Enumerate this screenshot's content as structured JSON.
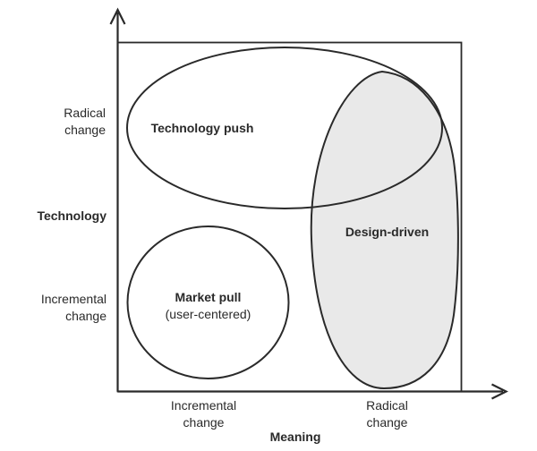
{
  "diagram": {
    "type": "innovation-strategy-map",
    "axes": {
      "y": {
        "label": "Technology",
        "tick_top": {
          "line1": "Radical",
          "line2": "change"
        },
        "tick_bottom": {
          "line1": "Incremental",
          "line2": "change"
        }
      },
      "x": {
        "label": "Meaning",
        "tick_left": {
          "line1": "Incremental",
          "line2": "change"
        },
        "tick_right": {
          "line1": "Radical",
          "line2": "change"
        }
      }
    },
    "regions": {
      "technology_push": {
        "label": "Technology push"
      },
      "market_pull": {
        "label": "Market pull",
        "sublabel": "(user-centered)"
      },
      "design_driven": {
        "label": "Design-driven"
      }
    },
    "style": {
      "stroke_color": "#2a2a2a",
      "text_color": "#2a2a2a",
      "design_driven_fill": "#e9e9e9",
      "background": "#ffffff"
    }
  }
}
